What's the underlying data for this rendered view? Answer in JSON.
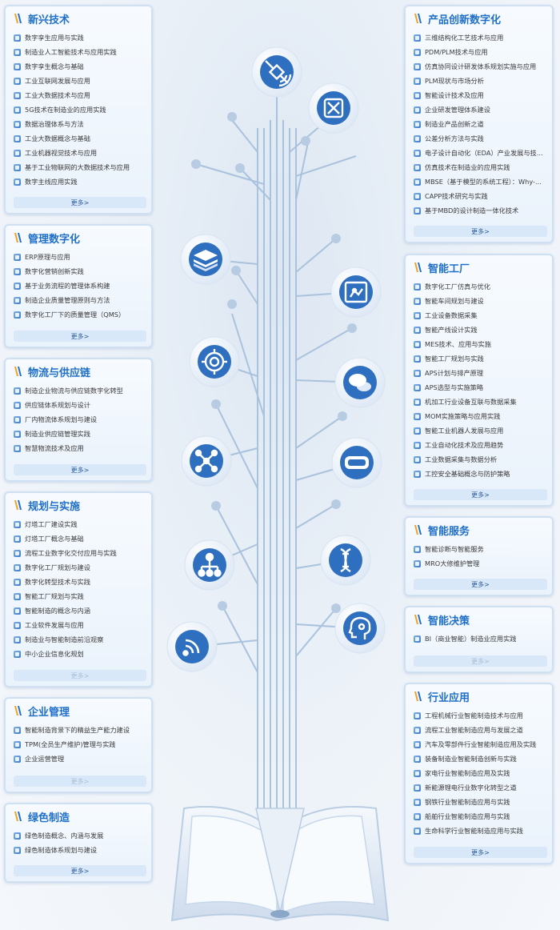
{
  "more_label": "更多>",
  "panels": {
    "emerging": {
      "title": "新兴技术",
      "items": [
        "数字孪生应用与实践",
        "制造业人工智能技术与应用实践",
        "数字孪生概念与基础",
        "工业互联网发展与应用",
        "工业大数据技术与应用",
        "5G技术在制造业的应用实践",
        "数据治理体系与方法",
        "工业大数据概念与基础",
        "工业机器视觉技术与应用",
        "基于工业物联网的大数据技术与应用",
        "数字主线应用实践"
      ],
      "more": "更多>"
    },
    "management": {
      "title": "管理数字化",
      "items": [
        "ERP原理与应用",
        "数字化营销创新实践",
        "基于业务流程的管理体系构建",
        "制造企业质量管理原则与方法",
        "数字化工厂下的质量管理（QMS）"
      ],
      "more": "更多>"
    },
    "logistics": {
      "title": "物流与供应链",
      "items": [
        "制造企业物流与供应链数字化转型",
        "供应链体系规划与设计",
        "厂内物流体系规划与建设",
        "制造业供应链管理实践",
        "智慧物流技术及应用"
      ],
      "more": "更多>"
    },
    "planning": {
      "title": "规划与实施",
      "items": [
        "灯塔工厂建设实践",
        "灯塔工厂概念与基础",
        "流程工业数字化交付应用与实践",
        "数字化工厂规划与建设",
        "数字化转型技术与实践",
        "智能工厂规划与实践",
        "智能制造的概念与内涵",
        "工业软件发展与应用",
        "制造业与智能制造前沿观察",
        "中小企业信息化规划"
      ],
      "more": "更多>"
    },
    "enterprise": {
      "title": "企业管理",
      "items": [
        "智能制造背景下的精益生产能力建设",
        "TPM(全员生产维护)管理与实践",
        "企业运营管理"
      ],
      "more": "更多>"
    },
    "green": {
      "title": "绿色制造",
      "items": [
        "绿色制造概念、内涵与发展",
        "绿色制造体系规划与建设"
      ],
      "more": "更多>"
    },
    "product": {
      "title": "产品创新数字化",
      "items": [
        "三维结构化工艺技术与应用",
        "PDM/PLM技术与应用",
        "仿真协同设计研发体系规划实施与应用",
        "PLM现状与市场分析",
        "智能设计技术及应用",
        "企业研发管理体系建设",
        "制造业产品创新之道",
        "公差分析方法与实践",
        "电子设计自动化（EDA）产业发展与技...",
        "仿真技术在制造业的应用实践",
        "MBSE（基于模型的系统工程）：Why-...",
        "CAPP技术研究与实践",
        "基于MBD的设计制造一体化技术"
      ],
      "more": "更多>"
    },
    "factory": {
      "title": "智能工厂",
      "items": [
        "数字化工厂仿真与优化",
        "智能车间规划与建设",
        "工业设备数据采集",
        "智能产线设计实践",
        "MES技术、应用与实施",
        "智能工厂规划与实践",
        "APS计划与排产原理",
        "APS选型与实施策略",
        "机加工行业设备互联与数据采集",
        "MOM实施策略与应用实践",
        "智能工业机器人发展与应用",
        "工业自动化技术及应用趋势",
        "工业数据采集与数据分析",
        "工控安全基础概念与防护策略"
      ],
      "more": "更多>"
    },
    "service": {
      "title": "智能服务",
      "items": [
        "智能诊断与智能服务",
        "MRO大修维护管理"
      ],
      "more": "更多>"
    },
    "decision": {
      "title": "智能决策",
      "items": [
        "BI（商业智能）制造业应用实践"
      ],
      "more": "更多>"
    },
    "industry": {
      "title": "行业应用",
      "items": [
        "工程机械行业智能制造技术与应用",
        "流程工业智能制造应用与发展之道",
        "汽车及零部件行业智能制造应用及实践",
        "装备制造业智能制造创新与实践",
        "家电行业智能制造应用及实践",
        "新能源锂电行业数字化转型之道",
        "钢铁行业智能制造应用与实践",
        "船舶行业智能制造应用与实践",
        "生命科学行业智能制造应用与实践"
      ],
      "more": "更多>"
    }
  },
  "tree_icons": [
    "satellite-icon",
    "tools-icon",
    "layers-icon",
    "printer-3d-icon",
    "target-icon",
    "chat-bubbles-icon",
    "network-nodes-icon",
    "vr-headset-icon",
    "hierarchy-icon",
    "dna-icon",
    "wifi-signal-icon",
    "ai-head-icon"
  ],
  "colors": {
    "title": "#1f6fc9",
    "branch": "#a9c2dd",
    "circle": "#2f6fc0"
  }
}
